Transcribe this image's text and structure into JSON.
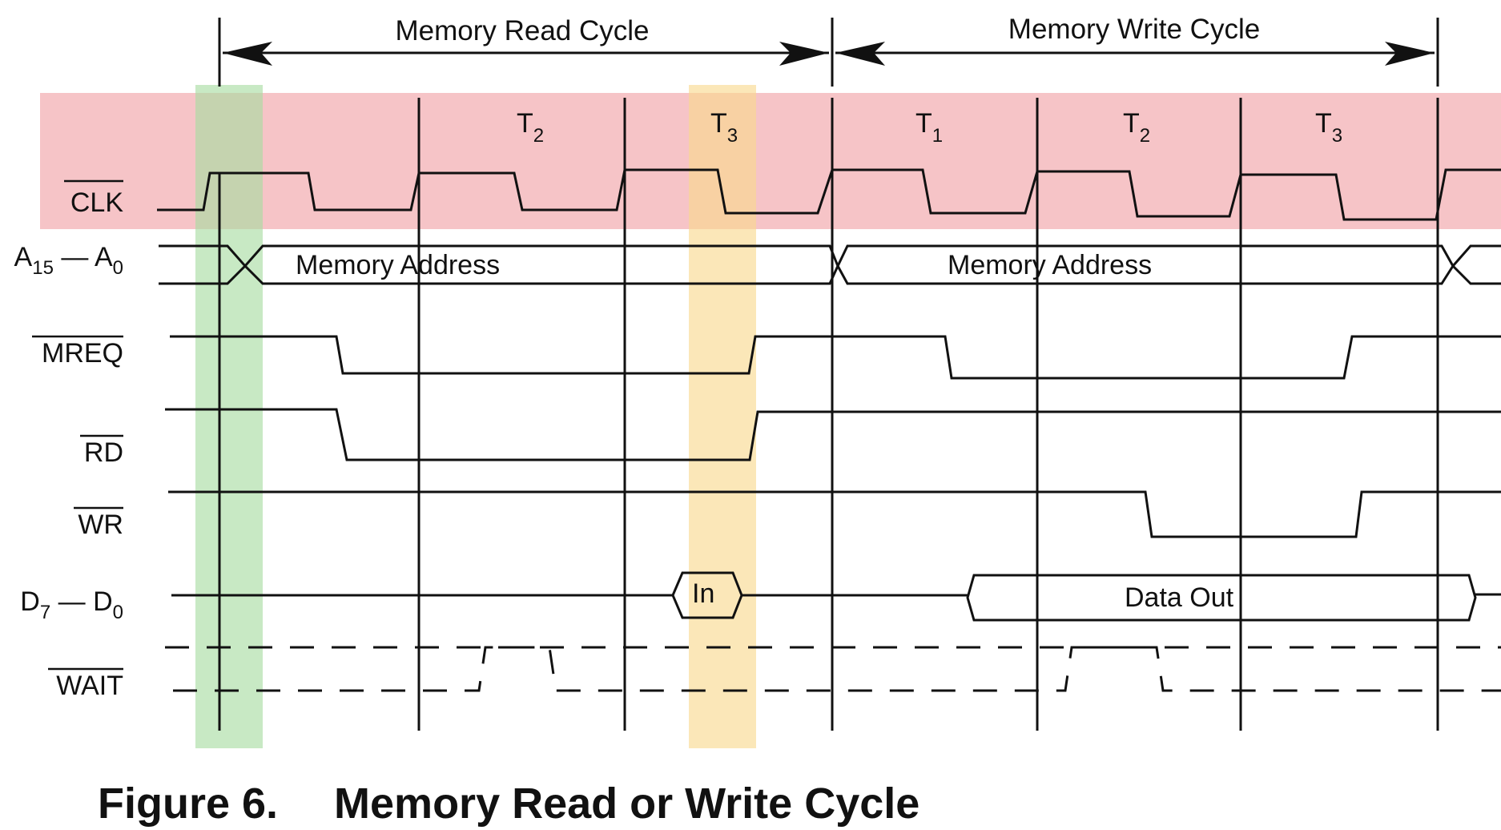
{
  "diagram": {
    "cycles": {
      "read": "Memory Read Cycle",
      "write": "Memory Write Cycle"
    },
    "states": [
      {
        "name": "T",
        "sub": "2"
      },
      {
        "name": "T",
        "sub": "3"
      },
      {
        "name": "T",
        "sub": "1"
      },
      {
        "name": "T",
        "sub": "2"
      },
      {
        "name": "T",
        "sub": "3"
      }
    ],
    "signals": {
      "clk": "CLK",
      "addr": {
        "a": "A",
        "a_sub": "15",
        "sep": " — ",
        "b": "A",
        "b_sub": "0"
      },
      "mreq": "MREQ",
      "rd": "RD",
      "wr": "WR",
      "data": {
        "a": "D",
        "a_sub": "7",
        "sep": " — ",
        "b": "D",
        "b_sub": "0"
      },
      "wait": "WAIT"
    },
    "bus_labels": {
      "addr_read": "Memory Address",
      "addr_write": "Memory Address",
      "data_in": "In",
      "data_out": "Data Out"
    },
    "highlights": {
      "clk_band": "#f0a0a4",
      "t1_start": "#a6dca0",
      "t3_sample": "#f8d88c"
    }
  },
  "caption": {
    "number": "Figure 6.",
    "title": "Memory Read or Write Cycle"
  }
}
